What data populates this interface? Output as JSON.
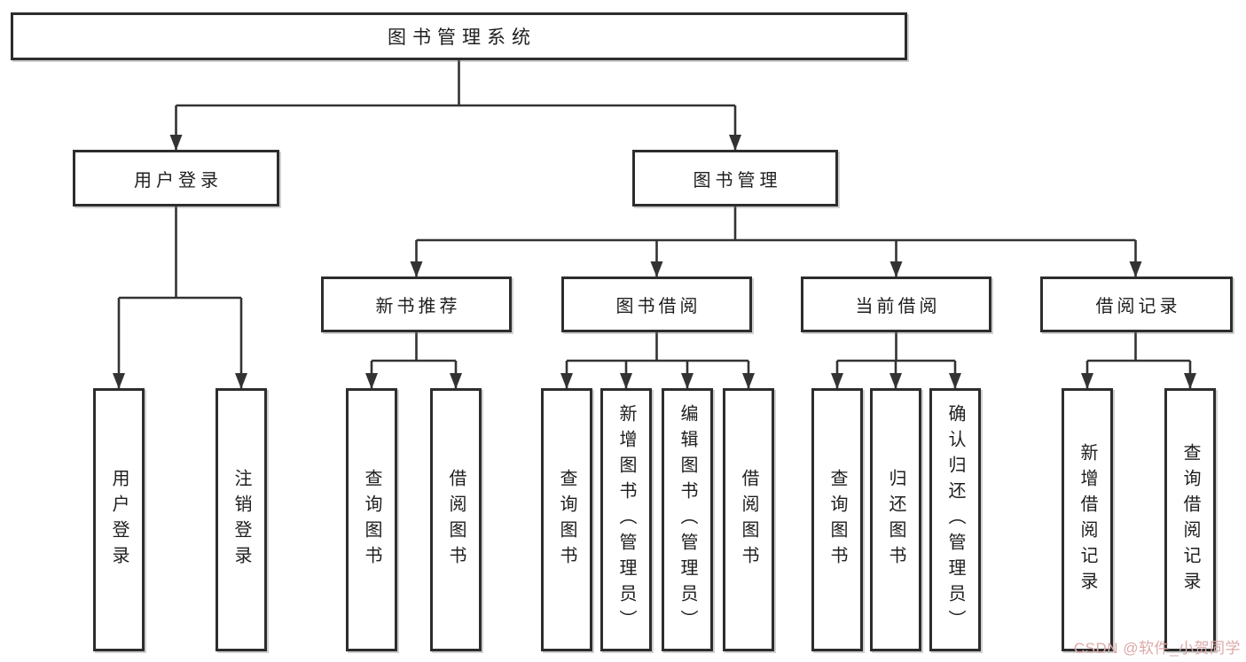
{
  "watermark": "CSDN @软件_小贺同学",
  "colors": {
    "line": "#333333",
    "border": "#2d2d2d",
    "text": "#1e1e1e",
    "watermark": "#dda8a8",
    "background": "#ffffff"
  },
  "nodes": {
    "root": "图书管理系统",
    "user_login": "用户登录",
    "book_management": "图书管理",
    "new_book_recommend": "新书推荐",
    "book_borrowing": "图书借阅",
    "current_borrowing": "当前借阅",
    "borrowing_records": "借阅记录",
    "leaf_user_login": "用户登录",
    "leaf_logout": "注销登录",
    "leaf_nbr_query_books": "查询图书",
    "leaf_nbr_borrow_books": "借阅图书",
    "leaf_bb_query_books": "查询图书",
    "leaf_bb_add_books": "新增图书（管理员）",
    "leaf_bb_edit_books": "编辑图书（管理员）",
    "leaf_bb_borrow_books": "借阅图书",
    "leaf_cb_query_books": "查询图书",
    "leaf_cb_return_books": "归还图书",
    "leaf_cb_confirm_return": "确认归还（管理员）",
    "leaf_br_add_record": "新增借阅记录",
    "leaf_br_query_record": "查询借阅记录"
  }
}
